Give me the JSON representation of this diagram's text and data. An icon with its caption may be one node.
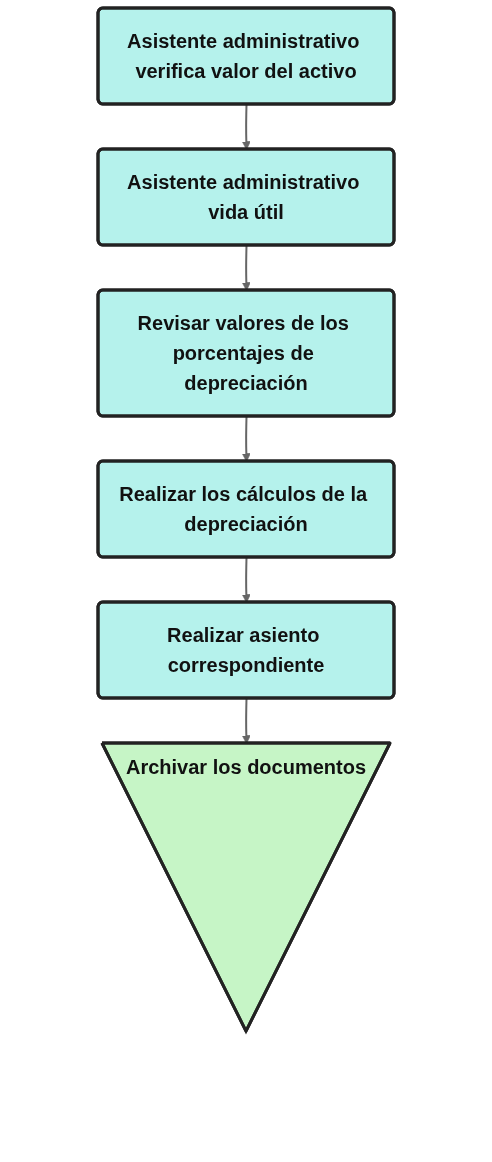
{
  "diagram": {
    "nodes": [
      {
        "text": [
          "Asistente administrativo verifica valor del activo"
        ]
      },
      {
        "text": [
          "Asistente administrativo vida útil"
        ]
      },
      {
        "text": [
          "Revisar valores de los porcentajes de depreciación"
        ]
      },
      {
        "text": [
          "Realizar los cálculos de la depreciación"
        ]
      },
      {
        "text": [
          "Realizar asiento correspondiente"
        ]
      },
      {
        "text": [
          "Archivar los documentos"
        ]
      }
    ],
    "edges": [
      {
        "from": 0,
        "to": 1,
        "arrow": "to"
      },
      {
        "from": 1,
        "to": 2,
        "arrow": "to"
      },
      {
        "from": 2,
        "to": 3,
        "arrow": "to"
      },
      {
        "from": 3,
        "to": 4,
        "arrow": "to"
      },
      {
        "from": 4,
        "to": 5,
        "arrow": "to"
      }
    ]
  }
}
